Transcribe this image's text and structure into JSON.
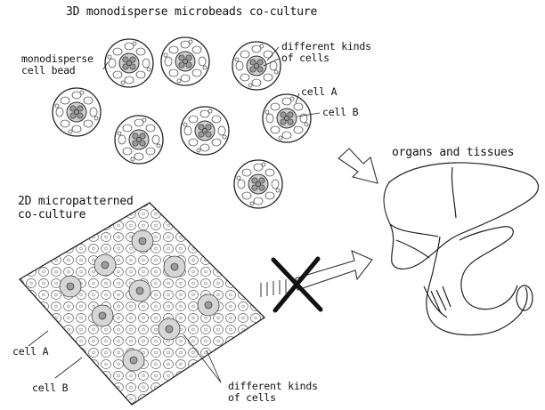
{
  "diagram": {
    "title_3d": "3D monodisperse microbeads co-culture",
    "label_monodisperse_bead": "monodisperse\ncell bead",
    "label_different_kinds_top": "different kinds\nof cells",
    "label_cell_a_top": "cell A",
    "label_cell_b_top": "cell B",
    "title_organs": "organs and tissues",
    "title_2d": "2D micropatterned\nco-culture",
    "label_cell_a_bottom": "cell A",
    "label_cell_b_bottom": "cell B",
    "label_different_kinds_bottom": "different kinds\nof cells"
  }
}
